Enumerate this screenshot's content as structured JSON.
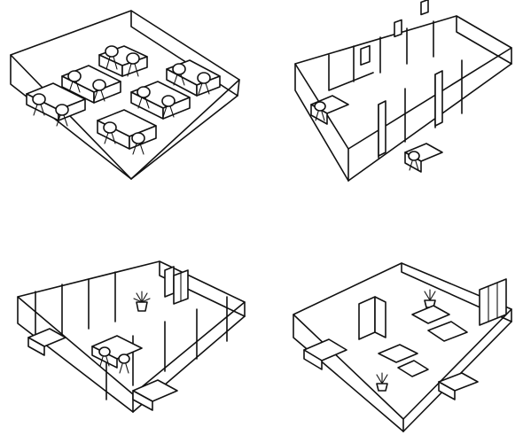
{
  "figure": {
    "panels": [
      {
        "id": "panel-1",
        "layout": "open-plan"
      },
      {
        "id": "panel-2",
        "layout": "cellular-offices"
      },
      {
        "id": "panel-3",
        "layout": "group-rooms"
      },
      {
        "id": "panel-4",
        "layout": "combi-office"
      }
    ]
  },
  "colors": {
    "ink": "#111111",
    "paper": "#ffffff"
  }
}
